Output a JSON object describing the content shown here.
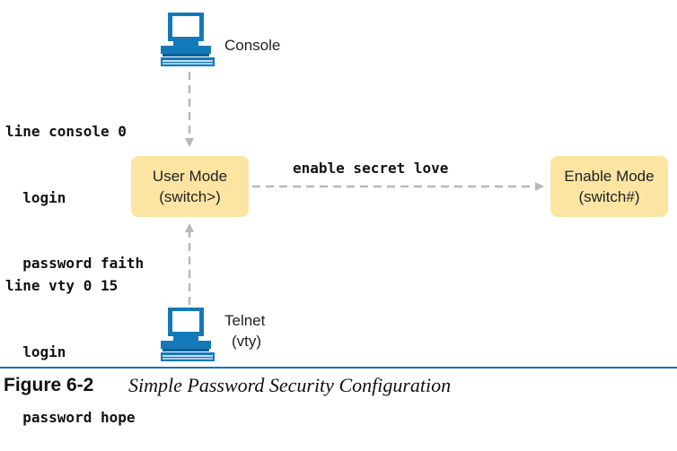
{
  "console": {
    "label": "Console"
  },
  "telnet": {
    "label_line1": "Telnet",
    "label_line2": "(vty)"
  },
  "console_config": {
    "line1": "line console 0",
    "line2": "  login",
    "line3": "  password faith"
  },
  "vty_config": {
    "line1": "line vty 0 15",
    "line2": "  login",
    "line3": "  password hope"
  },
  "user_mode": {
    "line1": "User Mode",
    "line2": "(switch>)"
  },
  "enable_mode": {
    "line1": "Enable Mode",
    "line2": "(switch#)"
  },
  "enable_command": "enable secret love",
  "caption": {
    "number": "Figure 6-2",
    "title": "Simple Password Security Configuration"
  },
  "colors": {
    "box_fill": "#fce5a3",
    "arrow": "#b8b8b8",
    "icon_blue": "#1479b8",
    "divider": "#1a6fb0"
  },
  "icons": {
    "console_pc": "computer-terminal-icon",
    "telnet_pc": "computer-terminal-icon"
  }
}
